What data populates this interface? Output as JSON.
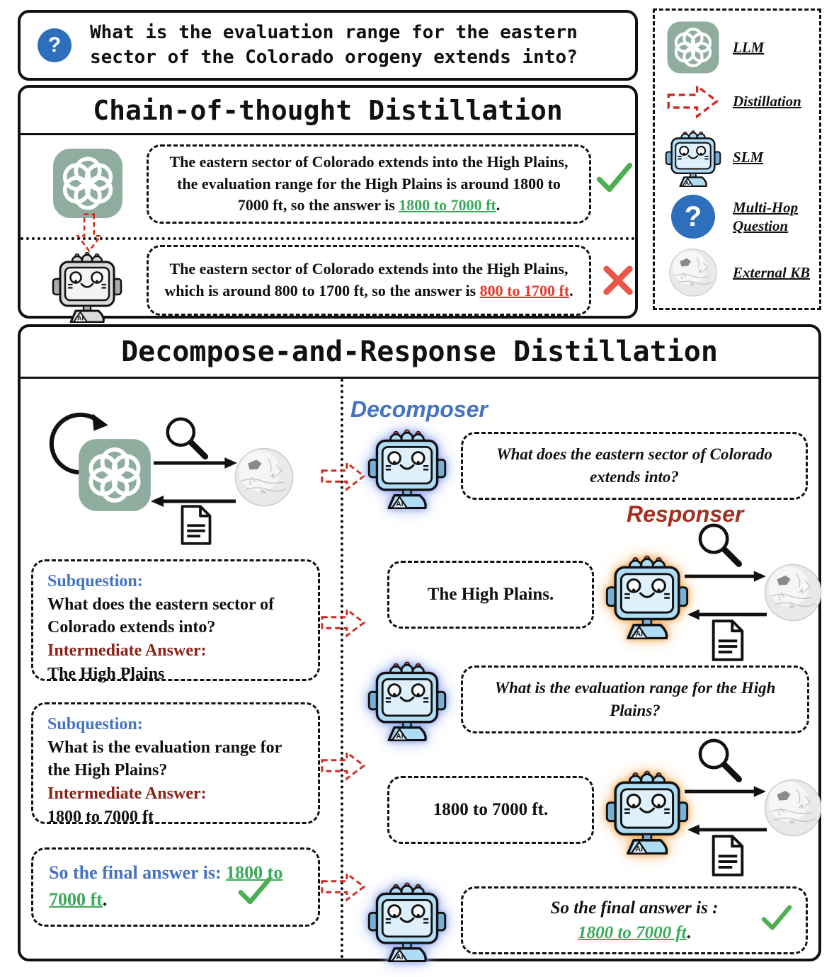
{
  "question": {
    "glyph": "?",
    "text": "What is the evaluation range for the eastern sector of the Colorado orogeny extends into?"
  },
  "legend": {
    "items": [
      {
        "icon": "llm-icon",
        "label": "LLM"
      },
      {
        "icon": "distillation-arrow-icon",
        "label": "Distillation"
      },
      {
        "icon": "slm-robot-icon",
        "label": "SLM"
      },
      {
        "icon": "multi-hop-question-icon",
        "label": "Multi-Hop Question"
      },
      {
        "icon": "external-kb-icon",
        "label": "External KB"
      }
    ]
  },
  "cot": {
    "title": "Chain-of-thought Distillation",
    "llm_response": {
      "pre": "The eastern sector of Colorado extends into the High Plains, the evaluation range for the High Plains is around 1800 to 7000 ft, so the answer is ",
      "highlight": "1800 to 7000 ft",
      "post": ".",
      "verdict": "correct"
    },
    "slm_response": {
      "pre": "The eastern sector of Colorado extends into the High Plains, which is around 800 to 1700 ft, so the answer is ",
      "highlight": "800 to 1700 ft",
      "post": ".",
      "verdict": "incorrect"
    }
  },
  "dard": {
    "title": "Decompose-and-Response Distillation",
    "decomposer_label": "Decomposer",
    "responser_label": "Responser",
    "subq1": {
      "q_label": "Subquestion:",
      "q": "What does the eastern sector of Colorado extends into?",
      "a_label": "Intermediate Answer:",
      "a": "The High Plains"
    },
    "subq2": {
      "q_label": "Subquestion:",
      "q": "What is the evaluation range for the High Plains?",
      "a_label": "Intermediate Answer:",
      "a": "1800 to 7000 ft"
    },
    "final_left": {
      "pre": "So the final answer is: ",
      "highlight": "1800 to 7000 ft",
      "post": "."
    },
    "q1": "What does the eastern sector of Colorado extends into?",
    "r1": "The High Plains.",
    "q2": "What is the evaluation range for the High Plains?",
    "r2": "1800 to 7000 ft.",
    "final_right": {
      "pre": "So the final answer is :",
      "highlight": "1800 to 7000 ft",
      "post": "."
    }
  },
  "icons": {
    "ai_label": "AI"
  },
  "colors": {
    "llm_green": "#8FAD9F",
    "question_blue": "#2E6FBD",
    "distill_red": "#CC2A20",
    "decomposer_blue": "#4472C4",
    "responser_red": "#A33020",
    "subquestion_blue": "#4472C4",
    "intermediate_red": "#8B2015",
    "correct_green": "#3BAA58",
    "wrong_red": "#E8584A",
    "robot_blue": "#AEDCF5",
    "decomposer_glow": "#90A8EC",
    "responser_glow": "#F4A958"
  }
}
